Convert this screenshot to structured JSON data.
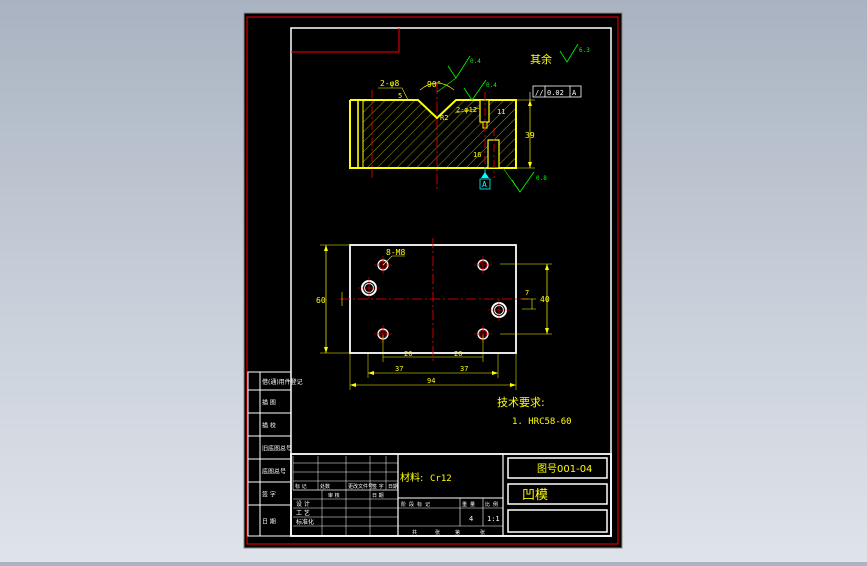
{
  "colors": {
    "background": "#000000",
    "frame": "#ff0000",
    "geometry": "#ffff00",
    "dimension": "#00ffff",
    "centerline": "#ff0000",
    "hatch": "#ffff00",
    "text_green": "#00ff00",
    "text_white": "#ffffff"
  },
  "surface_note": {
    "label": "其余",
    "roughness": "6.3"
  },
  "front_view": {
    "angle": "90°",
    "hole_top": "2-φ8",
    "hole_side": "2-φ12",
    "roughness_top": "0.4",
    "roughness_left": "0.4",
    "roughness_bottom": "0.8",
    "datum": "A",
    "dim_height": "39",
    "dim_11": "11",
    "dim_5": "5",
    "dim_16": "16",
    "dim_r": "R2",
    "tolerance": {
      "symbol": "//",
      "value": "0.02",
      "datum": "A"
    }
  },
  "top_view": {
    "threads": "8-M8",
    "dim_60": "60",
    "dim_40": "40",
    "dim_7": "7",
    "dim_26a": "26",
    "dim_26b": "26",
    "dim_37a": "37",
    "dim_37b": "37",
    "dim_94": "94"
  },
  "tech_req": {
    "heading": "技术要求:",
    "item_1": "1. HRC58-60"
  },
  "side_labels": [
    "借(通)用件登记",
    "描 图",
    "描 校",
    "旧底图总号",
    "底图总号",
    "签 字",
    "日 期"
  ],
  "title_block": {
    "material_label": "材料:",
    "material": "Cr12",
    "drawing_no": "图号001-04",
    "part_name": "凹模",
    "scale": "1:1",
    "qty": "4",
    "rev_headers": [
      "标 记",
      "处数",
      "更改文件号",
      "签 字",
      "日期"
    ],
    "role_labels": [
      "设 计",
      "工 艺",
      "标准化"
    ],
    "role_small_1": "审 核",
    "role_small_2": "日 期",
    "stage_labels": [
      "阶 段 标 记",
      "重 量",
      "比 例"
    ],
    "sheet_labels": [
      "共",
      "张",
      "第",
      "张"
    ]
  }
}
